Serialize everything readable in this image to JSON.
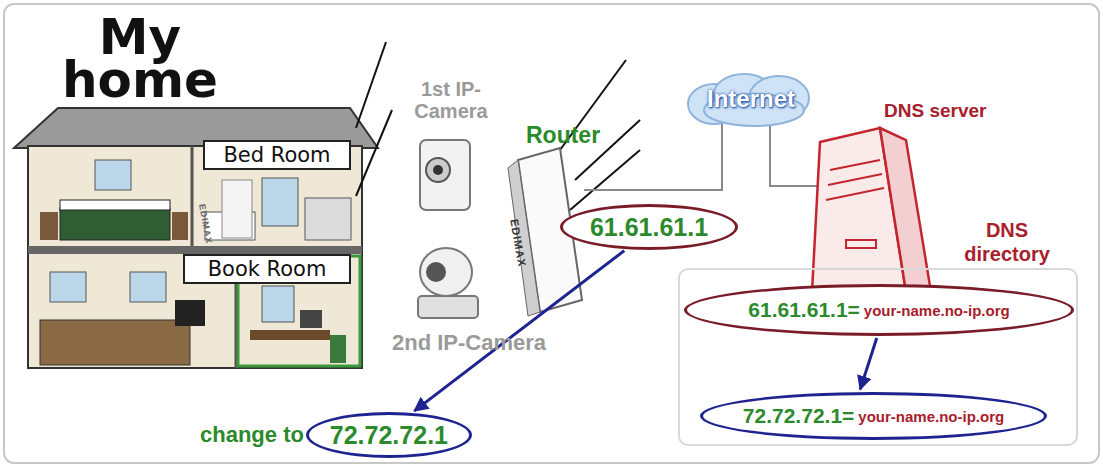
{
  "diagram": {
    "nodes": [
      {
        "text": [
          "Bed Room"
        ]
      },
      {
        "text": [
          "Book Room"
        ]
      },
      {
        "text": [
          "61.61.61.1"
        ]
      },
      {
        "text": [
          "Internet"
        ]
      },
      {
        "text": [
          "DNS directory"
        ]
      },
      {
        "text": [
          "61.61.61.1=",
          "your-name.no-ip.org"
        ],
        "in": 4
      },
      {
        "text": [
          "72.72.72.1=",
          "your-name.no-ip.org"
        ],
        "in": 4
      },
      {
        "text": [
          "change to",
          "72.72.72.1"
        ]
      }
    ],
    "edges": [
      {
        "from": 2,
        "to": 7,
        "arrow": "to"
      },
      {
        "from": 5,
        "to": 6,
        "arrow": "to"
      }
    ],
    "labels": [
      "My home",
      "1st IP-Camera",
      "Router",
      "2nd IP-Camera",
      "DNS server",
      "EDIMAX",
      "EDIMAX"
    ]
  }
}
